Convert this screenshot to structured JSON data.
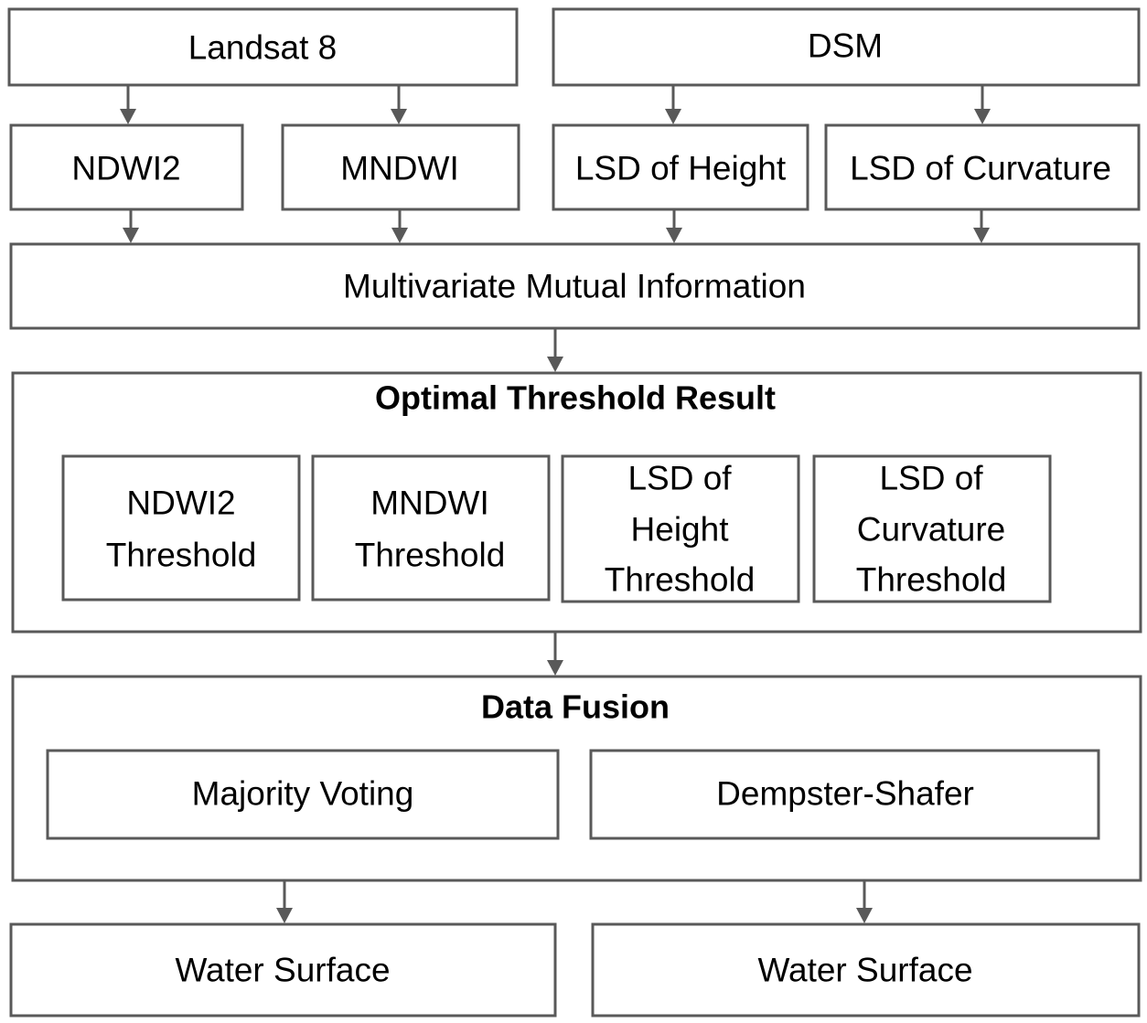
{
  "nodes": {
    "landsat": "Landsat 8",
    "dsm": "DSM",
    "ndwi2": "NDWI2",
    "mndwi": "MNDWI",
    "lsd_height": "LSD of Height",
    "lsd_curvature": "LSD of Curvature",
    "mmi": "Multivariate Mutual Information",
    "optimal_title": "Optimal Threshold Result",
    "ndwi2_threshold": [
      "NDWI2",
      "Threshold"
    ],
    "mndwi_threshold": [
      "MNDWI",
      "Threshold"
    ],
    "lsd_height_threshold": [
      "LSD of",
      "Height",
      "Threshold"
    ],
    "lsd_curvature_threshold": [
      "LSD of",
      "Curvature",
      "Threshold"
    ],
    "fusion_title": "Data Fusion",
    "majority_voting": "Majority Voting",
    "dempster_shafer": "Dempster-Shafer",
    "water_surface_left": "Water Surface",
    "water_surface_right": "Water Surface"
  }
}
